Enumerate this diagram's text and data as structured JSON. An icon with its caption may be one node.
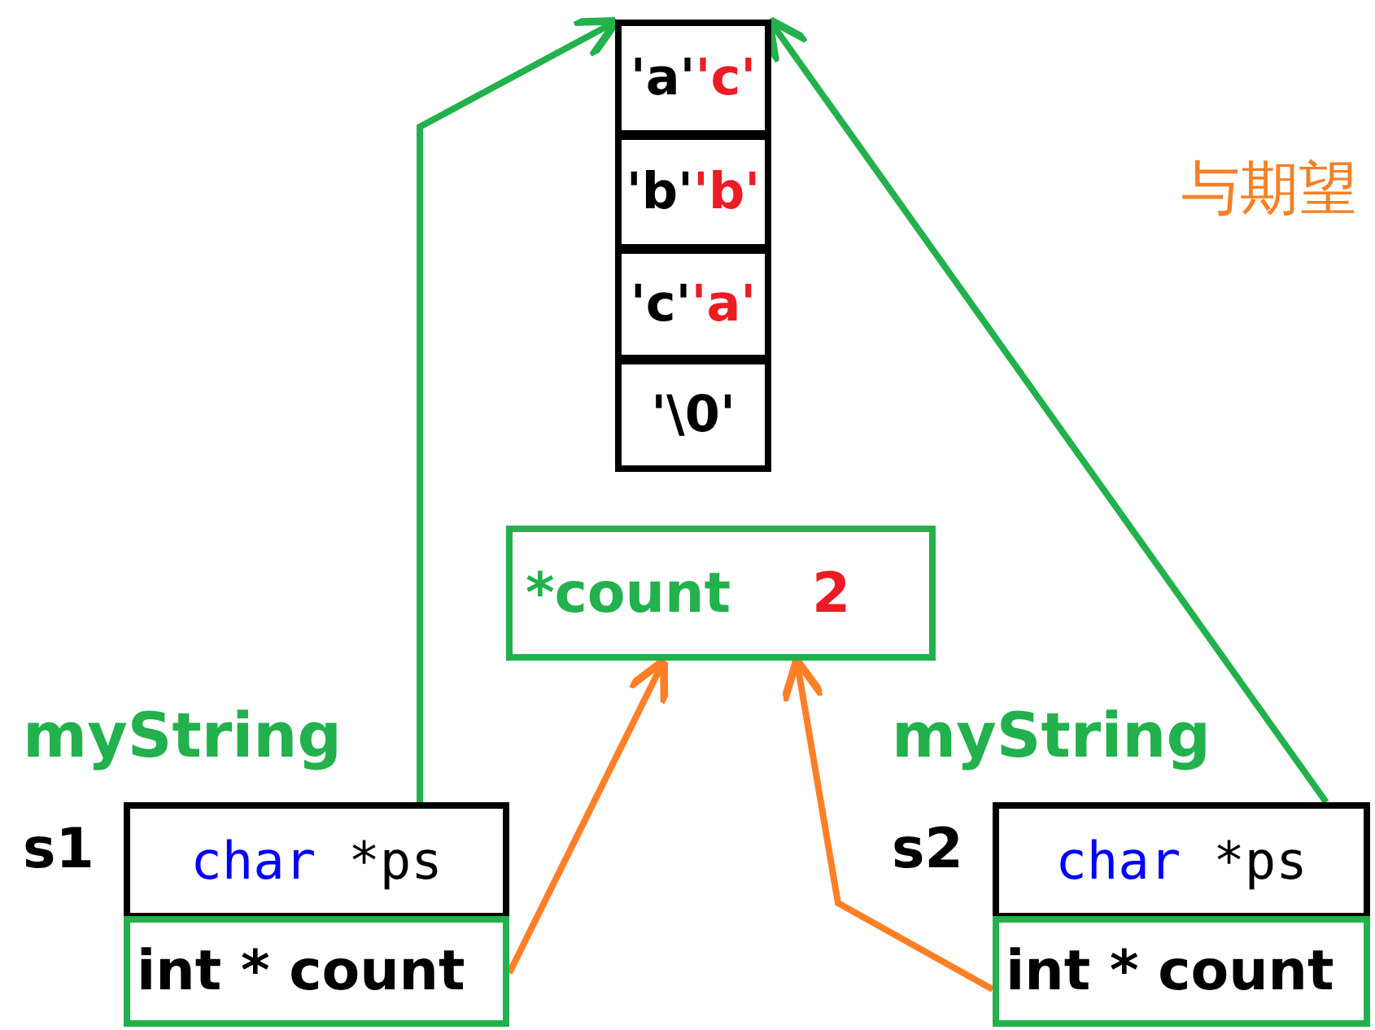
{
  "diagram": {
    "nodes": [
      {
        "text": [
          "'a'",
          "'c'"
        ]
      },
      {
        "text": [
          "'b'",
          "'b'"
        ]
      },
      {
        "text": [
          "'c'",
          "'a'"
        ]
      },
      {
        "text": [
          "'\\0'"
        ]
      },
      {
        "text": [
          "*count",
          "2"
        ]
      },
      {
        "text": [
          "char",
          "*ps"
        ]
      },
      {
        "text": [
          "int * count"
        ]
      },
      {
        "text": [
          "char",
          "*ps"
        ]
      },
      {
        "text": [
          "int * count"
        ]
      }
    ],
    "edges": [
      {
        "from": 5,
        "to": 0,
        "arrow": "to",
        "color": "#22b14c"
      },
      {
        "from": 7,
        "to": 0,
        "arrow": "to",
        "color": "#22b14c"
      },
      {
        "from": 6,
        "to": 4,
        "arrow": "to",
        "color": "#ff7f27"
      },
      {
        "from": 8,
        "to": 4,
        "arrow": "to",
        "color": "#ff7f27"
      }
    ],
    "labels": [
      "与期望",
      "myString",
      "myString",
      "s1",
      "s2"
    ]
  }
}
